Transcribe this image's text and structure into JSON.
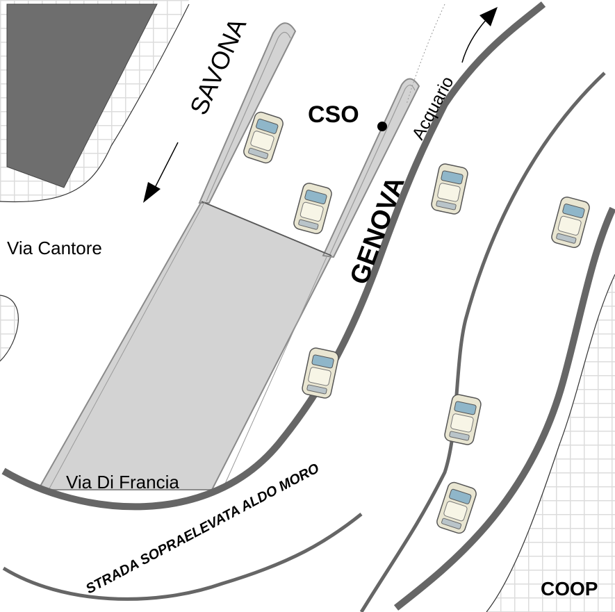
{
  "map": {
    "labels": {
      "savona": "SAVONA",
      "genova": "GENOVA",
      "cso": "CSO",
      "acquario": "Acquario",
      "via_cantore": "Via Cantore",
      "via_di_francia": "Via Di Francia",
      "strada": "STRADA SOPRAELEVATA ALDO MORO",
      "coop": "COOP"
    },
    "colors": {
      "building": "#6e6e6e",
      "ramp_fill": "#d3d3d3",
      "ramp_edge": "#8a8a8a",
      "road_line": "#666666",
      "grid": "#dcdcdc",
      "car_body": "#e9e6d2",
      "car_glass": "#8fb6c9"
    },
    "icons": [
      "car-icon",
      "direction-arrow-icon"
    ]
  }
}
